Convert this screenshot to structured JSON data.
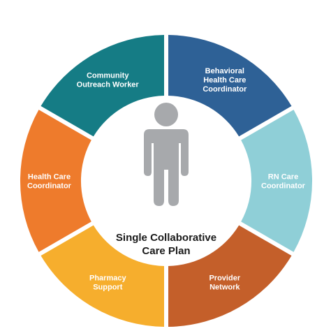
{
  "center": {
    "title_line1": "Single Collaborative",
    "title_line2": "Care Plan",
    "icon": "person-icon",
    "icon_color": "#a7a9ac"
  },
  "segments": [
    {
      "id": "behavioral-health-care-coordinator",
      "lines": [
        "Behavioral",
        "Health Care",
        "Coordinator"
      ],
      "color": "#2e6196"
    },
    {
      "id": "rn-care-coordinator",
      "lines": [
        "RN Care",
        "Coordinator"
      ],
      "color": "#8fcfd7"
    },
    {
      "id": "provider-network",
      "lines": [
        "Provider",
        "Network"
      ],
      "color": "#c45f2a"
    },
    {
      "id": "pharmacy-support",
      "lines": [
        "Pharmacy",
        "Support"
      ],
      "color": "#f6ae2d"
    },
    {
      "id": "health-care-coordinator",
      "lines": [
        "Health Care",
        "Coordinator"
      ],
      "color": "#ee7b2c"
    },
    {
      "id": "community-outreach-worker",
      "lines": [
        "Community",
        "Outreach Worker"
      ],
      "color": "#157c85"
    }
  ]
}
